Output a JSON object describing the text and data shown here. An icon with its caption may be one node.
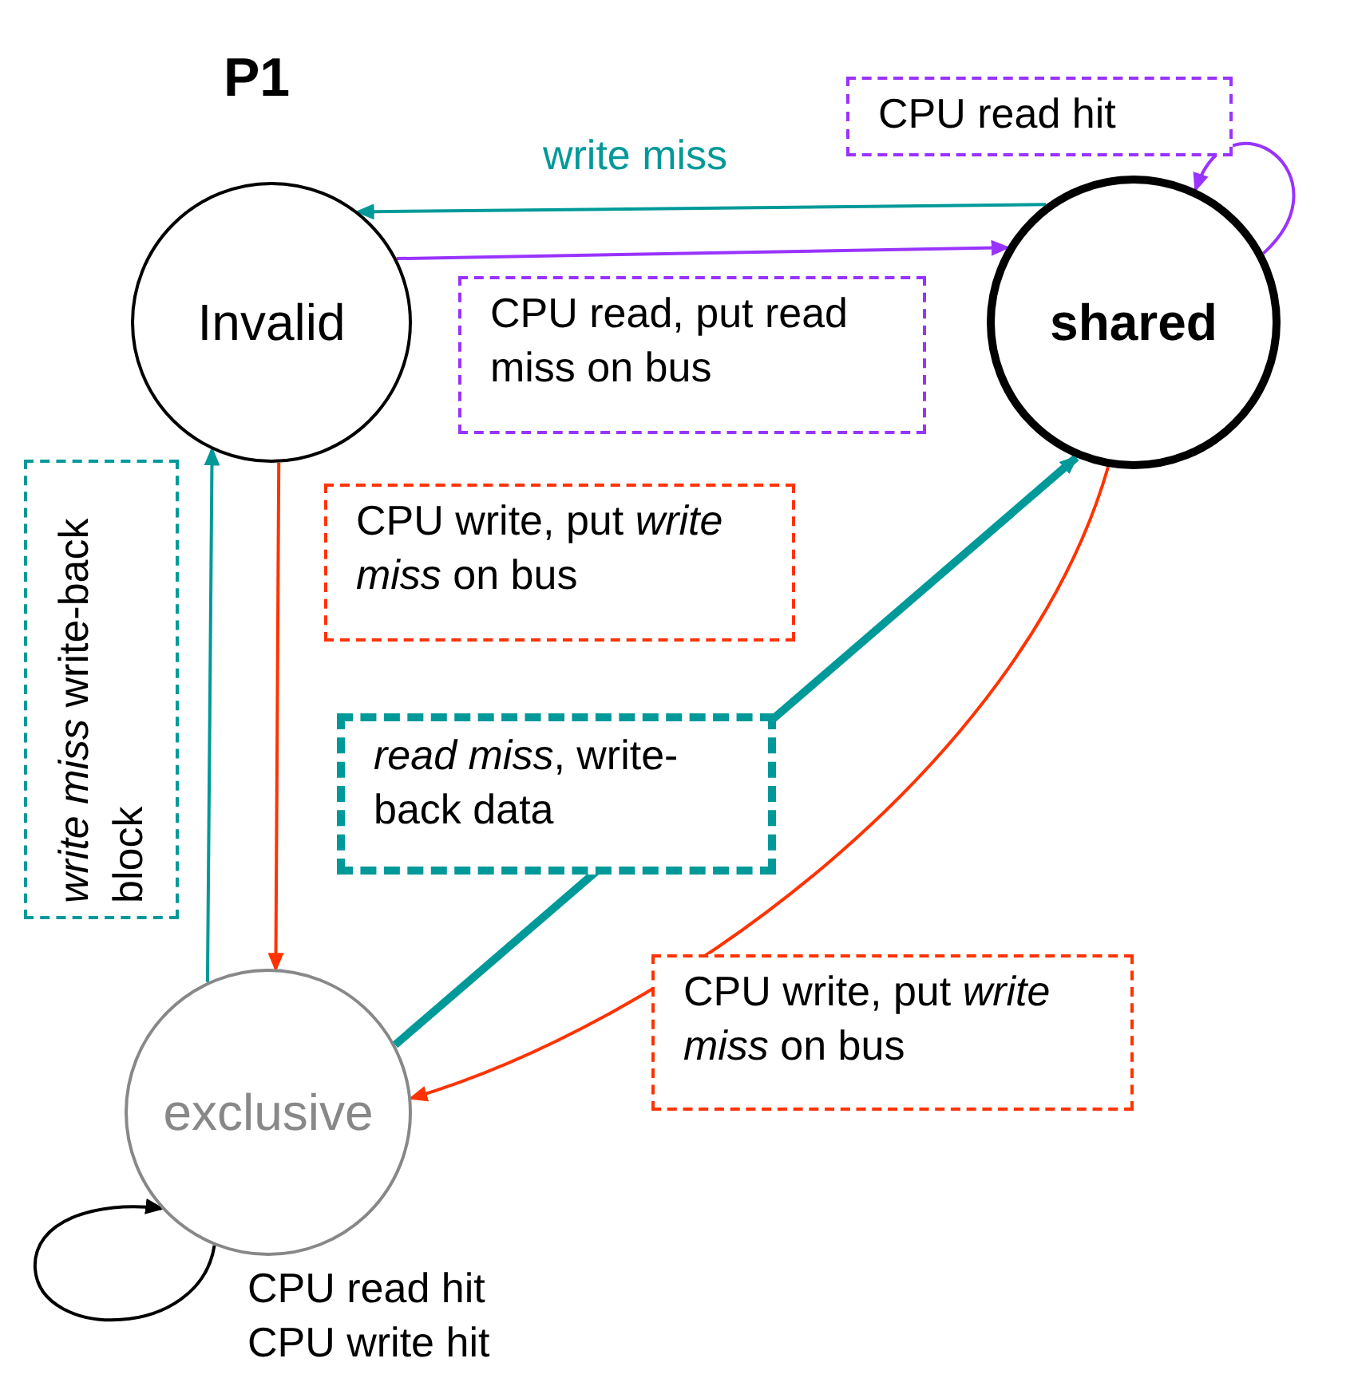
{
  "diagram": {
    "title": "P1",
    "nodes": [
      {
        "text": [
          "Invalid"
        ]
      },
      {
        "text": [
          "shared"
        ]
      },
      {
        "text": [
          "exclusive"
        ]
      }
    ],
    "edges": [
      {
        "from": 1,
        "to": 0,
        "arrow": "to",
        "label": "write miss",
        "color": "#009999"
      },
      {
        "from": 0,
        "to": 1,
        "arrow": "to",
        "label": "CPU read, put read miss on bus",
        "color": "#9933ff"
      },
      {
        "from": 1,
        "to": 1,
        "arrow": "to",
        "label": "CPU read hit",
        "color": "#9933ff"
      },
      {
        "from": 0,
        "to": 2,
        "arrow": "to",
        "label": "CPU write, put *write miss* on bus",
        "color": "#ff3300"
      },
      {
        "from": 2,
        "to": 1,
        "arrow": "to",
        "label": "*read miss*, write-back data",
        "style": "thick",
        "color": "#009999"
      },
      {
        "from": 1,
        "to": 2,
        "arrow": "to",
        "label": "CPU write, put *write miss* on bus",
        "color": "#ff3300"
      },
      {
        "from": 2,
        "to": 0,
        "arrow": "to",
        "label": "*write miss* write-back block",
        "color": "#009999"
      },
      {
        "from": 2,
        "to": 2,
        "arrow": "to",
        "label": "CPU read hit CPU write hit",
        "color": "#000000"
      }
    ]
  }
}
